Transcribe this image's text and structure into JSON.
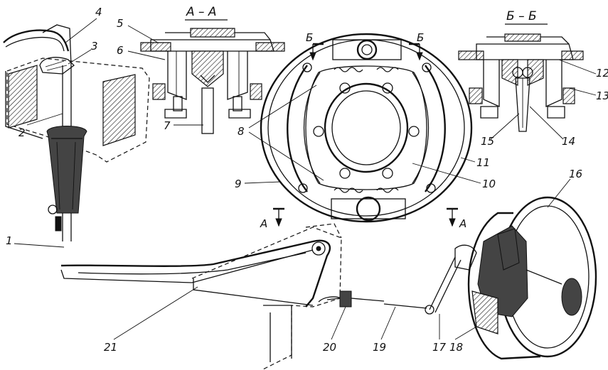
{
  "sections": {
    "aa": "А – А",
    "bb": "Б – Б"
  },
  "cut_marks": {
    "a_left": "А",
    "a_right": "А",
    "b_left": "Б",
    "b_right": "Б"
  },
  "callouts": [
    "1",
    "2",
    "3",
    "4",
    "5",
    "6",
    "7",
    "8",
    "9",
    "10",
    "11",
    "12",
    "13",
    "14",
    "15",
    "16",
    "17",
    "18",
    "19",
    "20",
    "21"
  ]
}
